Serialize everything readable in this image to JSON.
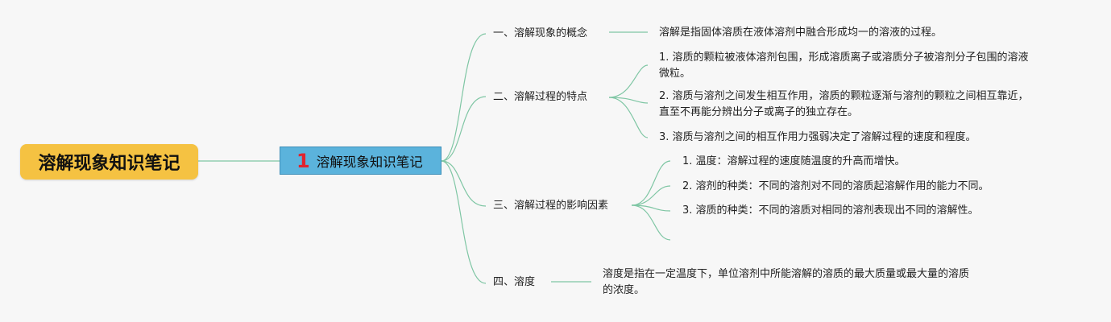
{
  "root": {
    "label": "溶解现象知识笔记"
  },
  "center": {
    "number": "1",
    "label": "溶解现象知识笔记"
  },
  "branches": [
    {
      "label": "一、溶解现象的概念",
      "leaves": [
        "溶解是指固体溶质在液体溶剂中融合形成均一的溶液的过程。"
      ]
    },
    {
      "label": "二、溶解过程的特点",
      "leaves": [
        [
          "1. 溶质的颗粒被液体溶剂包围，形成溶质离子或溶质分子被溶剂分子包围的溶液",
          "微粒。"
        ],
        [
          "2. 溶质与溶剂之间发生相互作用，溶质的颗粒逐渐与溶剂的颗粒之间相互靠近，",
          "直至不再能分辨出分子或离子的独立存在。"
        ],
        "3. 溶质与溶剂之间的相互作用力强弱决定了溶解过程的速度和程度。"
      ]
    },
    {
      "label": "三、溶解过程的影响因素",
      "leaves": [
        "1. 温度：溶解过程的速度随温度的升高而增快。",
        "2. 溶剂的种类：不同的溶剂对不同的溶质起溶解作用的能力不同。",
        "3. 溶质的种类：不同的溶质对相同的溶剂表现出不同的溶解性。"
      ]
    },
    {
      "label": "四、溶度",
      "leaves": [
        [
          "溶度是指在一定温度下，单位溶剂中所能溶解的溶质的最大质量或最大量的溶质",
          "的浓度。"
        ]
      ]
    }
  ],
  "colors": {
    "connector": "#7fc6a4",
    "root_bg": "#f5c242",
    "center_bg": "#5bb3dc",
    "number": "#e0242f"
  }
}
